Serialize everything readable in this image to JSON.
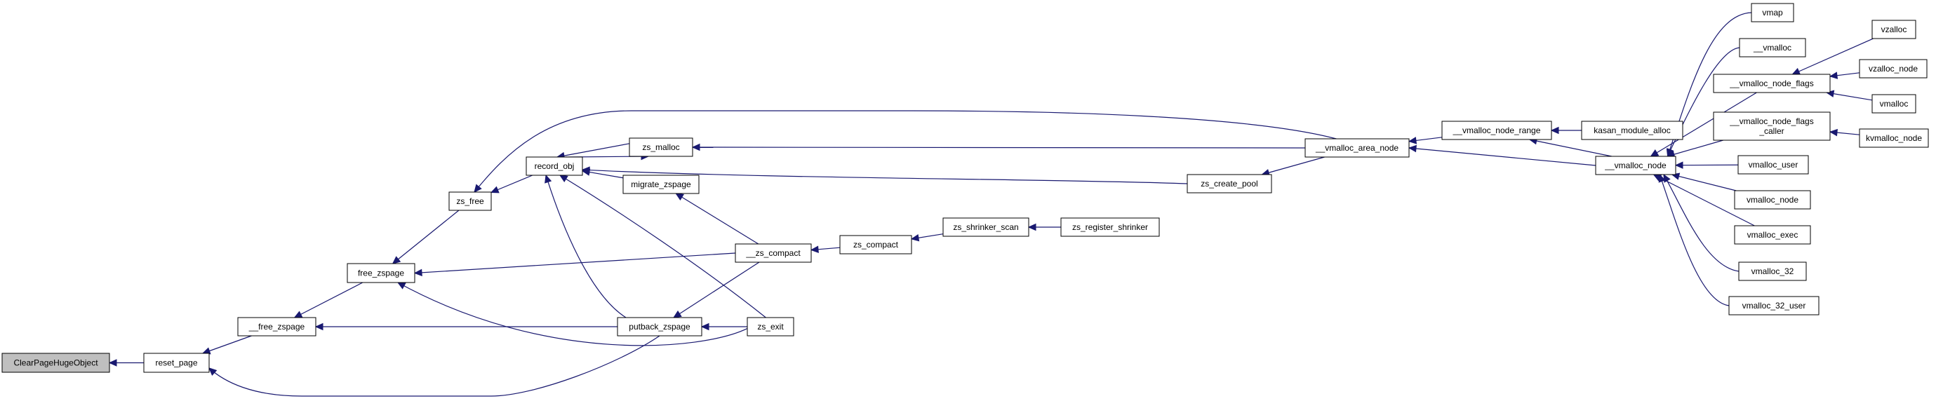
{
  "graph": {
    "focus_node": "ClearPageHugeObject",
    "colors": {
      "edge": "#191970",
      "node_border": "#000000",
      "focus_fill": "#bfbfbf",
      "node_fill": "#ffffff",
      "background": "#ffffff"
    },
    "nodes": [
      {
        "id": "n0",
        "label": [
          "ClearPageHugeObject"
        ],
        "focus": true
      },
      {
        "id": "n1",
        "label": [
          "reset_page"
        ]
      },
      {
        "id": "n2",
        "label": [
          "__free_zspage"
        ]
      },
      {
        "id": "n3",
        "label": [
          "free_zspage"
        ]
      },
      {
        "id": "n4",
        "label": [
          "putback_zspage"
        ]
      },
      {
        "id": "n5",
        "label": [
          "zs_free"
        ]
      },
      {
        "id": "n6",
        "label": [
          "__zs_compact"
        ]
      },
      {
        "id": "n7",
        "label": [
          "record_obj"
        ]
      },
      {
        "id": "n8",
        "label": [
          "zs_exit"
        ]
      },
      {
        "id": "n9",
        "label": [
          "zs_malloc"
        ]
      },
      {
        "id": "n10",
        "label": [
          "migrate_zspage"
        ]
      },
      {
        "id": "n11",
        "label": [
          "zs_compact"
        ]
      },
      {
        "id": "n12",
        "label": [
          "zs_shrinker_scan"
        ]
      },
      {
        "id": "n13",
        "label": [
          "zs_register_shrinker"
        ]
      },
      {
        "id": "n14",
        "label": [
          "zs_create_pool"
        ]
      },
      {
        "id": "n15",
        "label": [
          "__vmalloc_area_node"
        ]
      },
      {
        "id": "n16",
        "label": [
          "__vmalloc_node_range"
        ]
      },
      {
        "id": "n17",
        "label": [
          "kasan_module_alloc"
        ]
      },
      {
        "id": "n18",
        "label": [
          "__vmalloc_node"
        ]
      },
      {
        "id": "n19",
        "label": [
          "vmap"
        ]
      },
      {
        "id": "n20",
        "label": [
          "__vmalloc"
        ]
      },
      {
        "id": "n21",
        "label": [
          "__vmalloc_node_flags"
        ]
      },
      {
        "id": "n22",
        "label": [
          "__vmalloc_node_flags",
          "_caller"
        ]
      },
      {
        "id": "n23",
        "label": [
          "vmalloc_user"
        ]
      },
      {
        "id": "n24",
        "label": [
          "vmalloc_node"
        ]
      },
      {
        "id": "n25",
        "label": [
          "vmalloc_exec"
        ]
      },
      {
        "id": "n26",
        "label": [
          "vmalloc_32"
        ]
      },
      {
        "id": "n27",
        "label": [
          "vmalloc_32_user"
        ]
      },
      {
        "id": "n28",
        "label": [
          "vzalloc"
        ]
      },
      {
        "id": "n29",
        "label": [
          "vzalloc_node"
        ]
      },
      {
        "id": "n30",
        "label": [
          "vmalloc"
        ]
      },
      {
        "id": "n31",
        "label": [
          "kvmalloc_node"
        ]
      }
    ],
    "edges": [
      {
        "from": "n1",
        "to": "n0"
      },
      {
        "from": "n2",
        "to": "n1"
      },
      {
        "from": "n4",
        "to": "n1"
      },
      {
        "from": "n3",
        "to": "n2"
      },
      {
        "from": "n4",
        "to": "n2"
      },
      {
        "from": "n5",
        "to": "n3"
      },
      {
        "from": "n6",
        "to": "n3"
      },
      {
        "from": "n8",
        "to": "n3"
      },
      {
        "from": "n7",
        "to": "n5"
      },
      {
        "from": "n15",
        "to": "n5"
      },
      {
        "from": "n9",
        "to": "n7"
      },
      {
        "from": "n14",
        "to": "n7"
      },
      {
        "from": "n10",
        "to": "n7"
      },
      {
        "from": "n4",
        "to": "n7"
      },
      {
        "from": "n8",
        "to": "n7"
      },
      {
        "from": "n15",
        "to": "n9"
      },
      {
        "from": "n7",
        "to": "n9"
      },
      {
        "from": "n6",
        "to": "n10"
      },
      {
        "from": "n6",
        "to": "n4"
      },
      {
        "from": "n8",
        "to": "n4"
      },
      {
        "from": "n11",
        "to": "n6"
      },
      {
        "from": "n12",
        "to": "n11"
      },
      {
        "from": "n13",
        "to": "n12"
      },
      {
        "from": "n16",
        "to": "n15"
      },
      {
        "from": "n18",
        "to": "n15"
      },
      {
        "from": "n15",
        "to": "n14"
      },
      {
        "from": "n17",
        "to": "n16"
      },
      {
        "from": "n18",
        "to": "n16"
      },
      {
        "from": "n19",
        "to": "n18"
      },
      {
        "from": "n20",
        "to": "n18"
      },
      {
        "from": "n21",
        "to": "n18"
      },
      {
        "from": "n22",
        "to": "n18"
      },
      {
        "from": "n23",
        "to": "n18"
      },
      {
        "from": "n24",
        "to": "n18"
      },
      {
        "from": "n25",
        "to": "n18"
      },
      {
        "from": "n26",
        "to": "n18"
      },
      {
        "from": "n27",
        "to": "n18"
      },
      {
        "from": "n28",
        "to": "n21"
      },
      {
        "from": "n29",
        "to": "n21"
      },
      {
        "from": "n30",
        "to": "n21"
      },
      {
        "from": "n31",
        "to": "n22"
      }
    ]
  }
}
